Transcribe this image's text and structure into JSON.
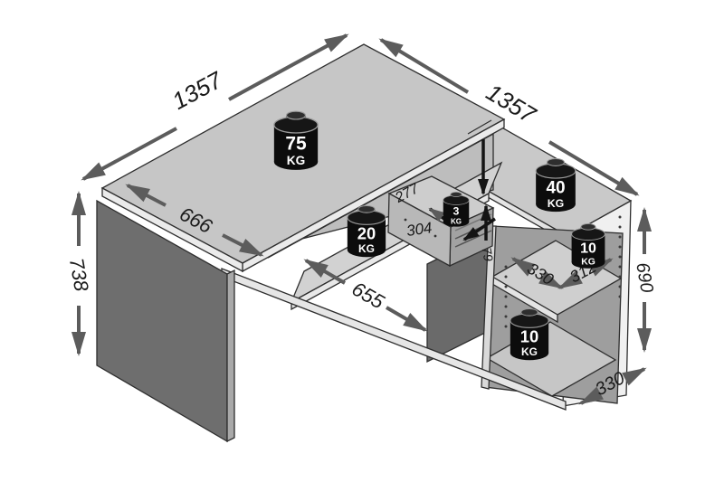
{
  "diagram": {
    "name": "corner-desk-dimension-diagram",
    "description": "Isometric line drawing of an L-shaped corner desk with shelf return, showing millimetre dimensions and maximum load weights"
  },
  "dim_labels": {
    "desk_length_back_left": "1357",
    "return_length_back_right": "1357",
    "desk_depth": "666",
    "desk_height": "738",
    "front_edge": "655",
    "corner_compartment": "277",
    "drawer_front": "304",
    "drawer_gap": "79",
    "shelf_depth": "330",
    "shelf_width": "312",
    "return_height": "690",
    "return_bottom_depth": "330"
  },
  "weights": {
    "desktop": {
      "value": "75",
      "unit": "KG"
    },
    "return_top": {
      "value": "40",
      "unit": "KG"
    },
    "corner_shelf": {
      "value": "20",
      "unit": "KG"
    },
    "drawer": {
      "value": "3",
      "unit": "KG"
    },
    "upper_shelf": {
      "value": "10",
      "unit": "KG"
    },
    "bottom_shelf": {
      "value": "10",
      "unit": "KG"
    }
  },
  "colors": {
    "outline": "#2e2e2e",
    "arrow": "#5c5c5c",
    "black_arrow": "#141414",
    "desktop_top": "#c6c6c6",
    "leg_panel": "#6e6e6e",
    "weight_body": "#0c0c0c"
  }
}
